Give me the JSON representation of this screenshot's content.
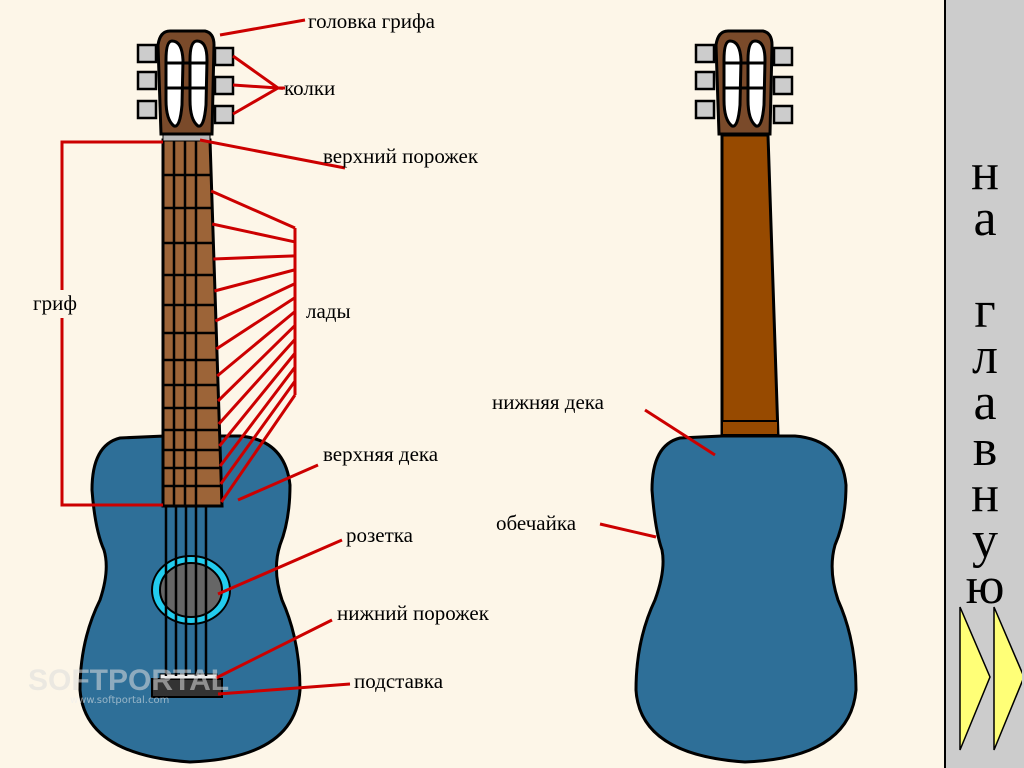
{
  "labels": {
    "headstock": "головка грифа",
    "tuners": "колки",
    "top_nut": "верхний порожек",
    "neck": "гриф",
    "frets": "лады",
    "soundboard": "верхняя дека",
    "rosette": "розетка",
    "bottom_nut": "нижний порожек",
    "bridge": "подставка",
    "back": "нижняя дека",
    "sides": "обечайка"
  },
  "nav": {
    "home_letters": [
      "н",
      "а",
      "",
      "г",
      "л",
      "а",
      "в",
      "н",
      "у",
      "ю"
    ],
    "next_icon": "double-triangle-right-icon"
  },
  "watermark": {
    "brand": "SOFTPORTAL",
    "url": "www.softportal.com"
  },
  "colors": {
    "body": "#2e6f98",
    "fretboard": "#9c6438",
    "neck_back": "#974a00",
    "label_line": "#cc0000",
    "rosette": "#22ccee",
    "panel": "#cccccc",
    "arrow": "#ffff77"
  }
}
